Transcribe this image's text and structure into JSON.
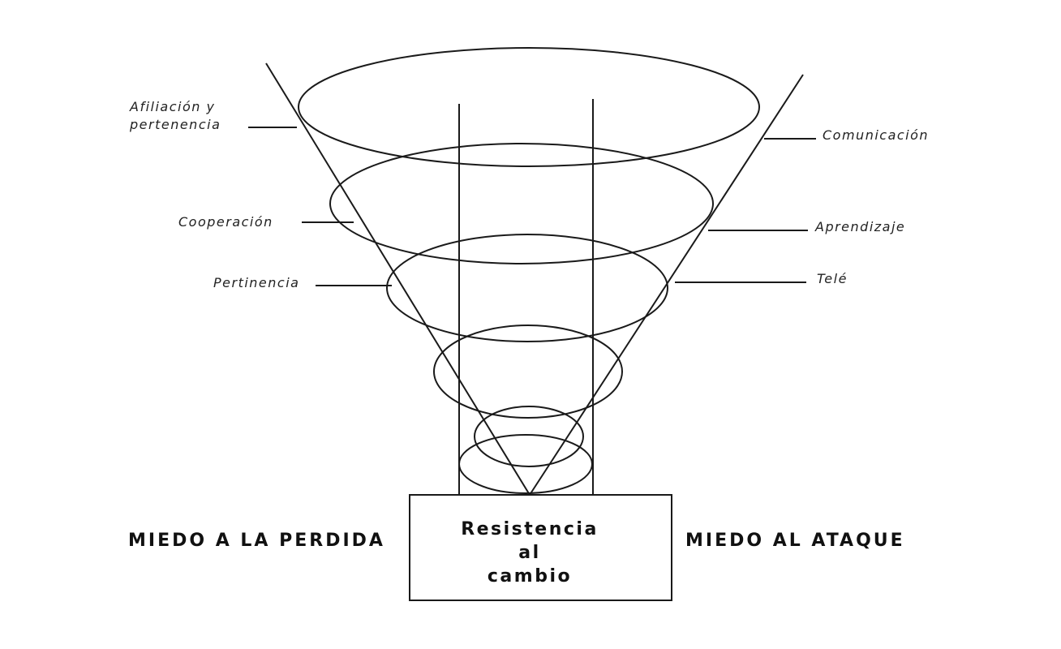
{
  "diagram": {
    "left_labels": {
      "afiliacion_line1": "Afiliación y",
      "afiliacion_line2": "pertenencia",
      "cooperacion": "Cooperación",
      "pertinencia": "Pertinencia"
    },
    "right_labels": {
      "comunicacion": "Comunicación",
      "aprendizaje": "Aprendizaje",
      "tele": "Telé"
    },
    "bottom": {
      "left_text": "MIEDO A LA PERDIDA",
      "right_text": "MIEDO AL ATAQUE",
      "box_line1": "Resistencia",
      "box_line2": "al",
      "box_line3": "cambio"
    }
  }
}
